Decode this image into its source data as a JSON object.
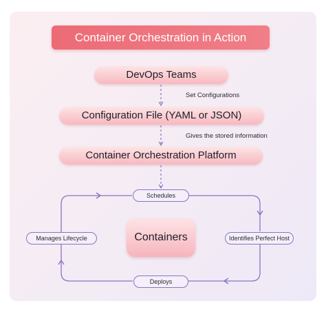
{
  "title": "Container Orchestration in Action",
  "nodes": {
    "devops": "DevOps Teams",
    "config_file": "Configuration File (YAML or JSON)",
    "platform": "Container Orchestration Platform",
    "containers": "Containers"
  },
  "edge_labels": {
    "set_configurations": "Set Configurations",
    "gives_info": "Gives the stored information"
  },
  "cycle": {
    "schedules": "Schedules",
    "identifies": "Identifies Perfect Host",
    "deploys": "Deploys",
    "manages": "Manages Lifecycle"
  },
  "colors": {
    "title_bg": "#ec6b76",
    "pill_light": "#fde4e6",
    "pill_dark": "#f7b9bf",
    "line": "#8a73c2",
    "background": "#f4ecf5"
  }
}
